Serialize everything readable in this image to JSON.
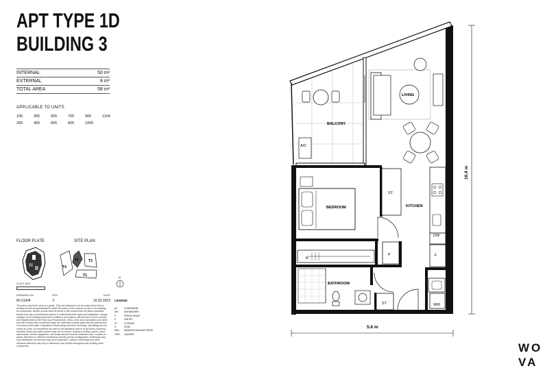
{
  "title": {
    "line1": "APT TYPE 1D",
    "line2": "BUILDING 3"
  },
  "areas": [
    {
      "label": "INTERNAL",
      "value": "50 m²"
    },
    {
      "label": "EXTERNAL",
      "value": "8 m²"
    },
    {
      "label": "TOTAL AREA",
      "value": "58 m²"
    }
  ],
  "applicable": {
    "heading": "APPLICABLE TO UNITS",
    "units": [
      "105",
      "305",
      "505",
      "705",
      "905",
      "1104",
      "205",
      "405",
      "605",
      "805",
      "1005"
    ]
  },
  "plates": {
    "floor_plate": "FLOOR PLATE",
    "site_plan": "SITE PLAN",
    "t1": "T1",
    "t2": "T2",
    "t3": "T3",
    "t4": "T4"
  },
  "scale": {
    "label": "SCALE BAR"
  },
  "drawing": {
    "no_label": "DRAWING No",
    "rev_label": "REV",
    "date_label": "DATE",
    "no": "M-C1004",
    "rev": "2",
    "date": "16.02.2023"
  },
  "disclaimer": "The plans should be used as a guide. They are believed to be accurate at the time of printing but are not guaranteed to reflect the plans in the contract of sale or the building as constructed. Buyers should read the terms in the contract and the plans contained therein and rely on professional advice to understand their rights and obligations. Design changes to the development will be notified in accordance with the terms of the contract and requirements of the First Law (Property Act). Areas: floor area calculations are taken from the exterior face of external walls, the centreline of party walls and the exterior face of common area walls. Projections of furnishings and floor coverings, and fittings are not shown to scale, not included in the sale for the individual area or at all unless expressly included. Some purchaser options may not be shown. Graphics of tiling, pavers, stone, balustrades, service equipment, and shade devices that are indicative only. Location of power, television or internet connections and the precise configuration. Bulkheads may vary. Bulkheads for services may not be depicted. Columns, bulkheads and other structural elements may vary in dimension and location throughout the building when constructed.",
  "legend": {
    "title": "LEGEND",
    "items": [
      {
        "code": "AC",
        "desc": "CONDENSOR"
      },
      {
        "code": "DW",
        "desc": "DISHWASHER"
      },
      {
        "code": "F",
        "desc": "FRIDGE SPACE"
      },
      {
        "code": "P",
        "desc": "PANTRY"
      },
      {
        "code": "ST",
        "desc": "STORAGE"
      },
      {
        "code": "R",
        "desc": "ROBE"
      },
      {
        "code": "W/M",
        "desc": "WASHING MACHINE SPACE"
      },
      {
        "code": "LDRY",
        "desc": "LAUNDRY"
      }
    ]
  },
  "north": "N",
  "rooms": {
    "living": "LIVING",
    "balcony": "BALCONY",
    "bedroom": "BEDROOM",
    "kitchen": "KITCHEN",
    "bathroom": "BATHROOM",
    "ac": "A/C",
    "st1": "ST",
    "st2": "ST",
    "r": "R",
    "p": "P",
    "dw": "DW",
    "f": "F",
    "wm": "WM"
  },
  "dimensions": {
    "width": "5.6 m",
    "height": "10.4 m"
  },
  "brand": {
    "line1": "WO",
    "line2": "VA"
  }
}
